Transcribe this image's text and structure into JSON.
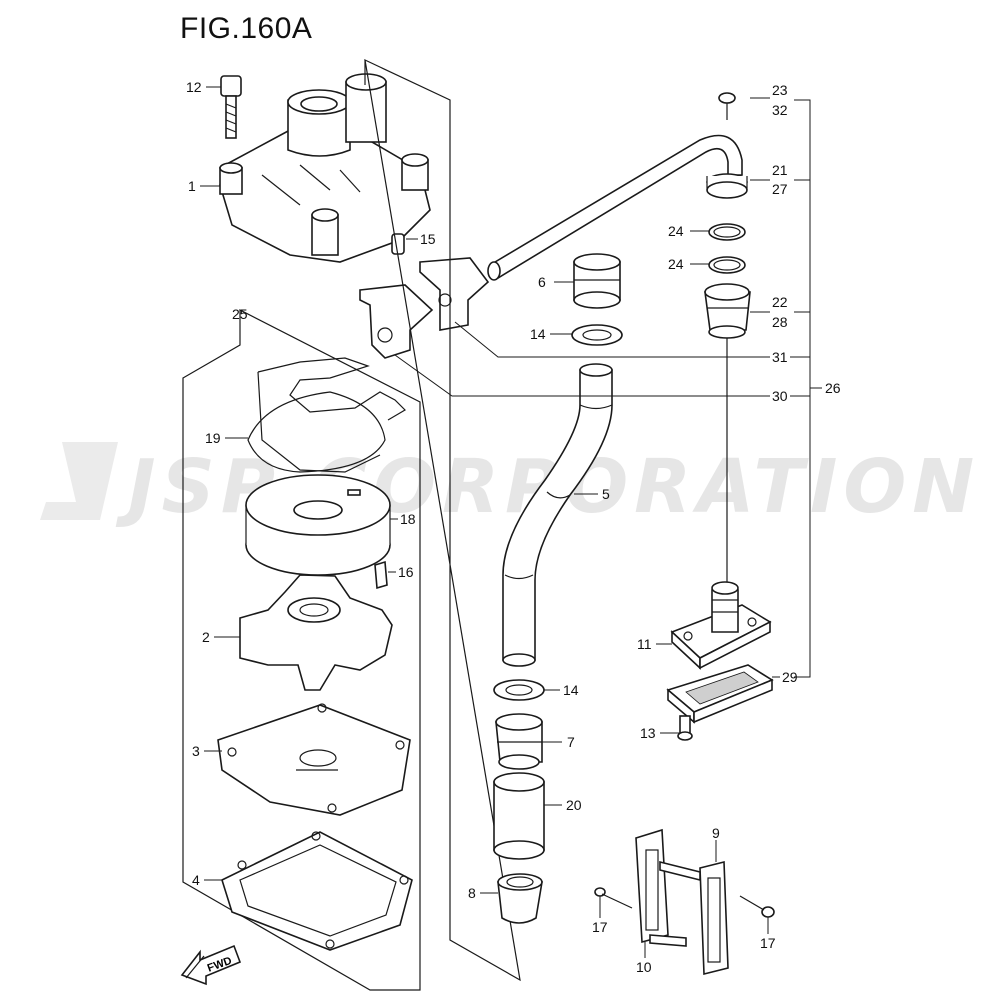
{
  "figure": {
    "title": "FIG.160A"
  },
  "watermark": {
    "text": "JSP CORPORATION"
  },
  "fwd_label": "FWD",
  "callouts": {
    "c1": "1",
    "c2": "2",
    "c3": "3",
    "c4": "4",
    "c5": "5",
    "c6": "6",
    "c7": "7",
    "c8": "8",
    "c9": "9",
    "c10": "10",
    "c11": "11",
    "c12": "12",
    "c13": "13",
    "c14a": "14",
    "c14b": "14",
    "c15": "15",
    "c16": "16",
    "c17a": "17",
    "c17b": "17",
    "c18": "18",
    "c19": "19",
    "c20": "20",
    "c21": "21",
    "c22": "22",
    "c23": "23",
    "c24a": "24",
    "c24b": "24",
    "c25": "25",
    "c26": "26",
    "c27": "27",
    "c28": "28",
    "c29": "29",
    "c30": "30",
    "c31": "31",
    "c32": "32"
  }
}
